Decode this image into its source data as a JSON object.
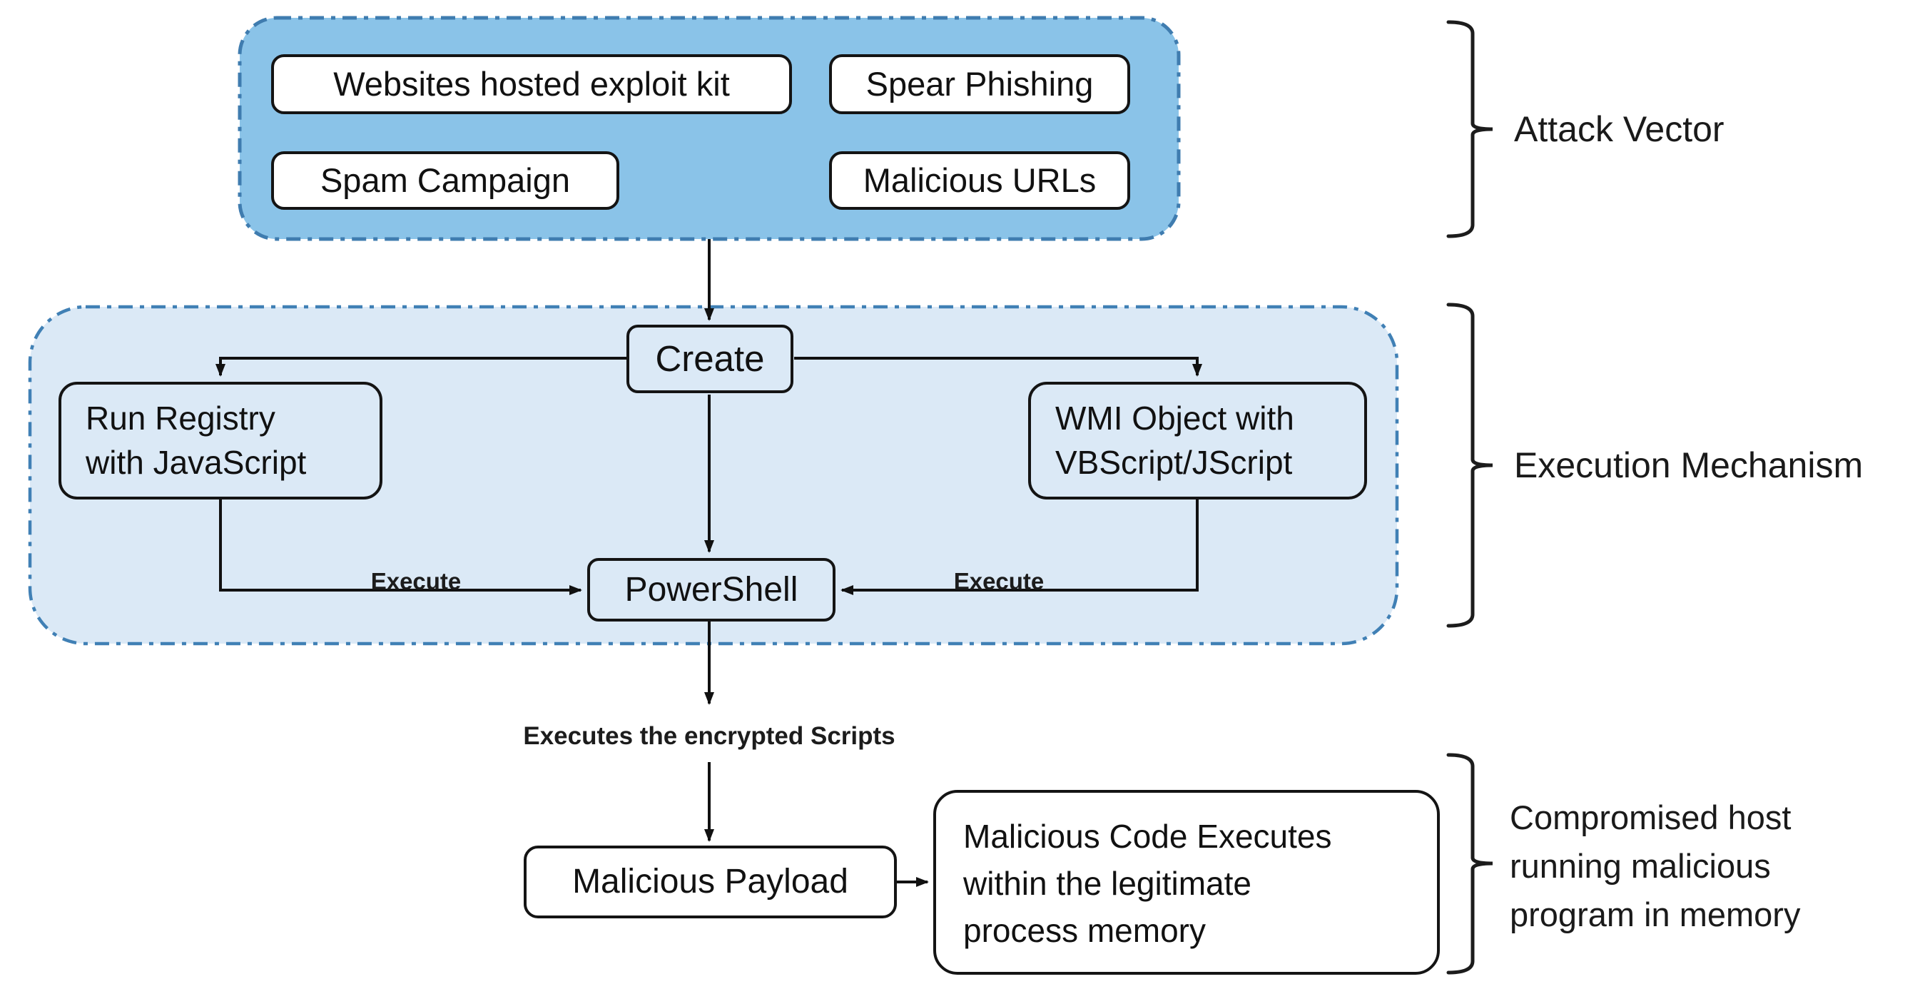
{
  "diagram": {
    "colors": {
      "attack_fill": "#8AC3E8",
      "attack_border": "#3F7CAF",
      "exec_fill": "#DBE9F6",
      "exec_border": "#4080B5",
      "node_border": "#141414",
      "arrow": "#111111"
    },
    "sections": {
      "attack_vector": {
        "bracket_label": "Attack Vector",
        "nodes": {
          "websites": "Websites hosted exploit kit",
          "spear": "Spear Phishing",
          "spam": "Spam Campaign",
          "urls": "Malicious URLs"
        }
      },
      "execution": {
        "bracket_label": "Execution Mechanism",
        "nodes": {
          "create": "Create",
          "run_registry": {
            "line1": "Run Registry",
            "line2": "with JavaScript"
          },
          "wmi": {
            "line1": "WMI Object with",
            "line2": "VBScript/JScript"
          },
          "powershell": "PowerShell"
        }
      },
      "compromised": {
        "bracket_label_lines": {
          "l1": "Compromised host",
          "l2": "running malicious",
          "l3": "program in memory"
        },
        "nodes": {
          "payload": "Malicious Payload",
          "code": {
            "line1": "Malicious Code Executes",
            "line2": "within the legitimate",
            "line3": "process memory"
          }
        }
      }
    },
    "edge_labels": {
      "execute_left": "Execute",
      "execute_right": "Execute",
      "scripts": "Executes the encrypted Scripts"
    }
  }
}
